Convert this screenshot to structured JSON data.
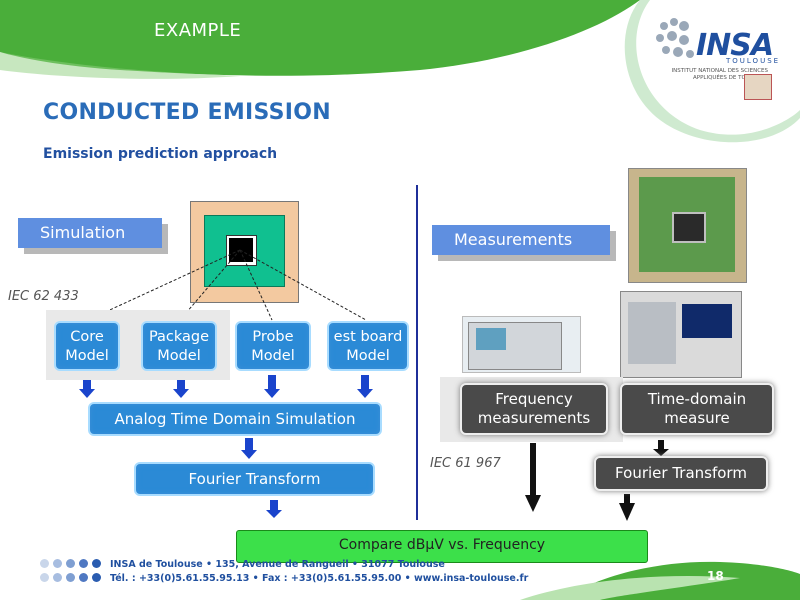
{
  "header": {
    "slide_label": "EXAMPLE"
  },
  "logo": {
    "text": "INSA",
    "sub": "TOULOUSE",
    "institute": "INSTITUT NATIONAL DES SCIENCES APPLIQUÉES DE TOULOUSE"
  },
  "title": "CONDUCTED EMISSION",
  "subtitle": "Emission prediction approach",
  "simulation": {
    "tag": "Simulation",
    "standard": "IEC 62 433",
    "models": [
      {
        "line1": "Core",
        "line2": "Model"
      },
      {
        "line1": "Package",
        "line2": "Model"
      },
      {
        "line1": "Probe",
        "line2": "Model"
      },
      {
        "line1": "est board",
        "line2": "Model"
      }
    ],
    "analog": "Analog Time Domain Simulation",
    "fourier": "Fourier Transform"
  },
  "measurements": {
    "tag": "Measurements",
    "standard": "IEC 61 967",
    "freq": {
      "line1": "Frequency",
      "line2": "measurements"
    },
    "time": {
      "line1": "Time-domain",
      "line2": "measure"
    },
    "fourier": "Fourier Transform"
  },
  "compare": "Compare dBµV vs. Frequency",
  "footer": {
    "line1": "INSA de Toulouse • 135, Avenue de Rangueil • 31077 Toulouse",
    "line2": "Tél. : +33(0)5.61.55.95.13 • Fax : +33(0)5.61.55.95.00 • www.insa-toulouse.fr",
    "page": "18"
  },
  "colors": {
    "header_green": "#4aae3a",
    "title_blue": "#2a6cb8",
    "box_blue": "#2b8ad6",
    "compare_green": "#3ce04a",
    "divider": "#1f2f99"
  }
}
